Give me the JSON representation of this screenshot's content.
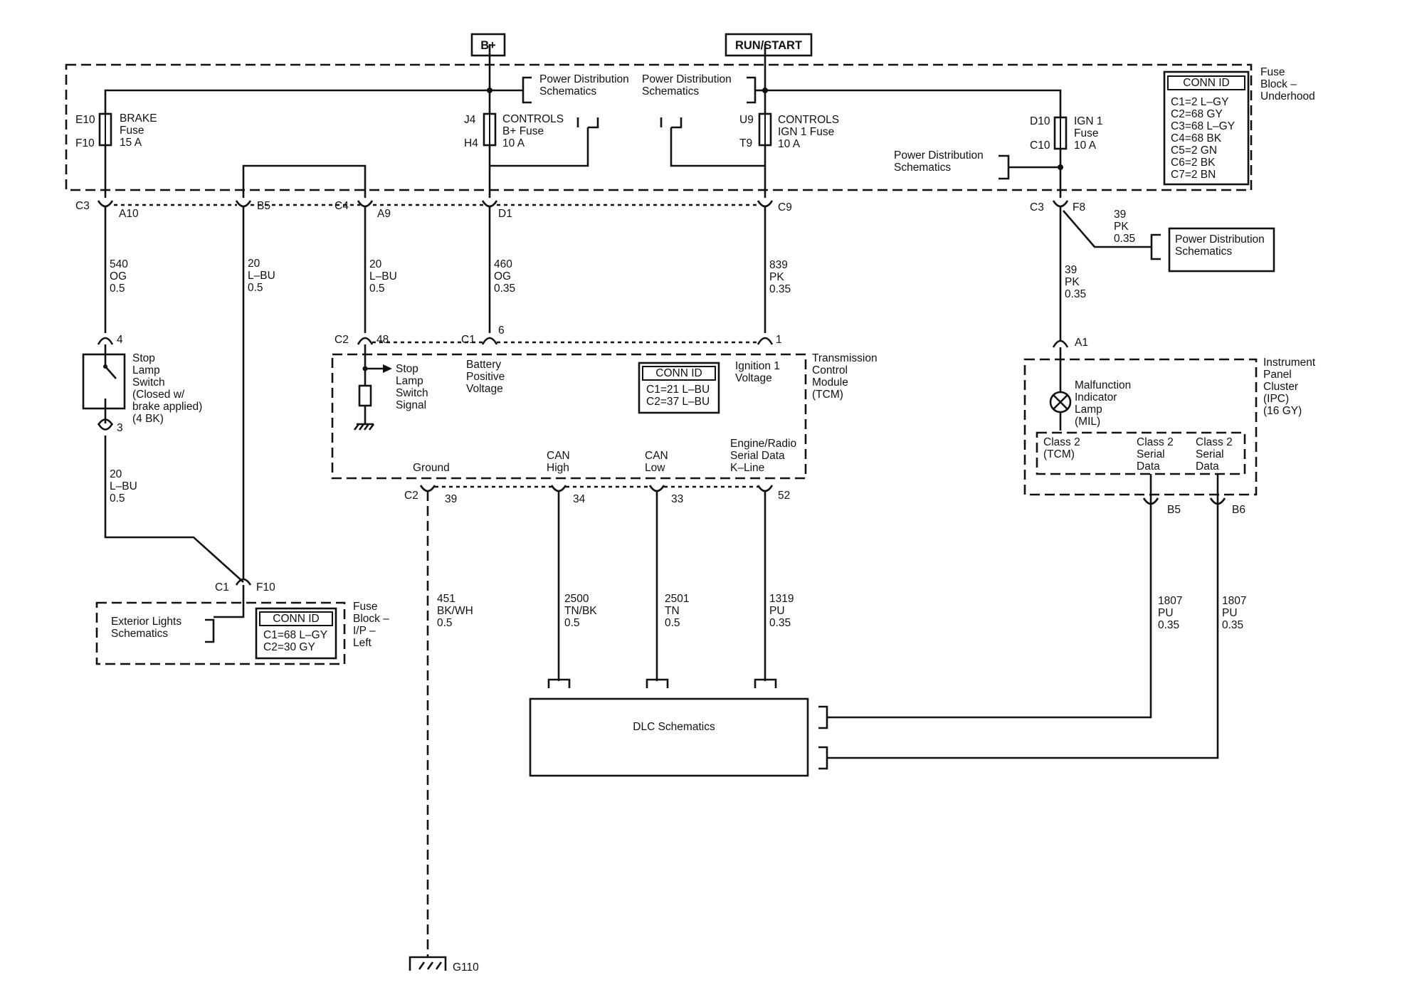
{
  "sources": {
    "bplus": "B+",
    "runstart": "RUN/START"
  },
  "fuse_block_underhood": {
    "title": [
      "Fuse",
      "Block –",
      "Underhood"
    ],
    "conn_title": "CONN ID",
    "conn": [
      "C1=2 L–GY",
      "C2=68 GY",
      "C3=68 L–GY",
      "C4=68 BK",
      "C5=2 GN",
      "C6=2 BK",
      "C7=2 BN"
    ],
    "brake_fuse": {
      "top": "E10",
      "bottom": "F10",
      "label": [
        "BRAKE",
        "Fuse",
        "15 A"
      ]
    },
    "controls_bplus": {
      "top": "J4",
      "bottom": "H4",
      "label": [
        "CONTROLS",
        "B+ Fuse",
        "10 A"
      ]
    },
    "controls_ign1": {
      "top": "U9",
      "bottom": "T9",
      "label": [
        "CONTROLS",
        "IGN 1 Fuse",
        "10 A"
      ]
    },
    "ign1_fuse": {
      "top": "D10",
      "bottom": "C10",
      "label": [
        "IGN 1",
        "Fuse",
        "10 A"
      ]
    },
    "pd_left": [
      "Power Distribution",
      "Schematics"
    ],
    "pd_mid": [
      "Power Distribution",
      "Schematics"
    ],
    "pd_right": [
      "Power Distribution",
      "Schematics"
    ]
  },
  "connectors": {
    "c3_left": "C3",
    "a10": "A10",
    "b5": "B5",
    "c4": "C4",
    "a9": "A9",
    "d1": "D1",
    "c9": "C9",
    "c3_right": "C3",
    "f8": "F8",
    "pin4": "4",
    "pin3": "3",
    "c2_48": "C2",
    "p48": "48",
    "c1_6": "C1",
    "p6": "6",
    "p1": "1",
    "a1": "A1",
    "c1_f10": "C1",
    "f10": "F10",
    "c2_39": "C2",
    "p39": "39",
    "p34": "34",
    "p33": "33",
    "p52": "52",
    "b5_ipc": "B5",
    "b6_ipc": "B6"
  },
  "wires": {
    "w540": [
      "540",
      "OG",
      "0.5"
    ],
    "w20_b5": [
      "20",
      "L–BU",
      "0.5"
    ],
    "w20_a9": [
      "20",
      "L–BU",
      "0.5"
    ],
    "w460": [
      "460",
      "OG",
      "0.35"
    ],
    "w839": [
      "839",
      "PK",
      "0.35"
    ],
    "w39_branch": [
      "39",
      "PK",
      "0.35"
    ],
    "w39_main": [
      "39",
      "PK",
      "0.35"
    ],
    "w20_stop": [
      "20",
      "L–BU",
      "0.5"
    ],
    "w451": [
      "451",
      "BK/WH",
      "0.5"
    ],
    "w2500": [
      "2500",
      "TN/BK",
      "0.5"
    ],
    "w2501": [
      "2501",
      "TN",
      "0.5"
    ],
    "w1319": [
      "1319",
      "PU",
      "0.35"
    ],
    "w1807a": [
      "1807",
      "PU",
      "0.35"
    ],
    "w1807b": [
      "1807",
      "PU",
      "0.35"
    ]
  },
  "pd_box_right": [
    "Power Distribution",
    "Schematics"
  ],
  "stop_lamp_switch": [
    "Stop",
    "Lamp",
    "Switch",
    "(Closed w/",
    "brake applied)",
    "(4 BK)"
  ],
  "tcm": {
    "title": [
      "Transmission",
      "Control",
      "Module",
      "(TCM)"
    ],
    "stop_signal": [
      "Stop",
      "Lamp",
      "Switch",
      "Signal"
    ],
    "battery": [
      "Battery",
      "Positive",
      "Voltage"
    ],
    "ignition": [
      "Ignition 1",
      "Voltage"
    ],
    "conn_title": "CONN ID",
    "conn": [
      "C1=21 L–BU",
      "C2=37 L–BU"
    ],
    "ground": "Ground",
    "can_high": [
      "CAN",
      "High"
    ],
    "can_low": [
      "CAN",
      "Low"
    ],
    "kline": [
      "Engine/Radio",
      "Serial Data",
      "K–Line"
    ]
  },
  "ipc": {
    "title": [
      "Instrument",
      "Panel",
      "Cluster",
      "(IPC)",
      "(16 GY)"
    ],
    "mil": [
      "Malfunction",
      "Indicator",
      "Lamp",
      "(MIL)"
    ],
    "class2_tcm": [
      "Class 2",
      "(TCM)"
    ],
    "class2_a": [
      "Class 2",
      "Serial",
      "Data"
    ],
    "class2_b": [
      "Class 2",
      "Serial",
      "Data"
    ]
  },
  "fuse_block_ip": {
    "title": [
      "Fuse",
      "Block –",
      "I/P –",
      "Left"
    ],
    "ext_lights": [
      "Exterior Lights",
      "Schematics"
    ],
    "conn_title": "CONN ID",
    "conn": [
      "C1=68 L–GY",
      "C2=30 GY"
    ]
  },
  "dlc": "DLC Schematics",
  "ground": "G110"
}
